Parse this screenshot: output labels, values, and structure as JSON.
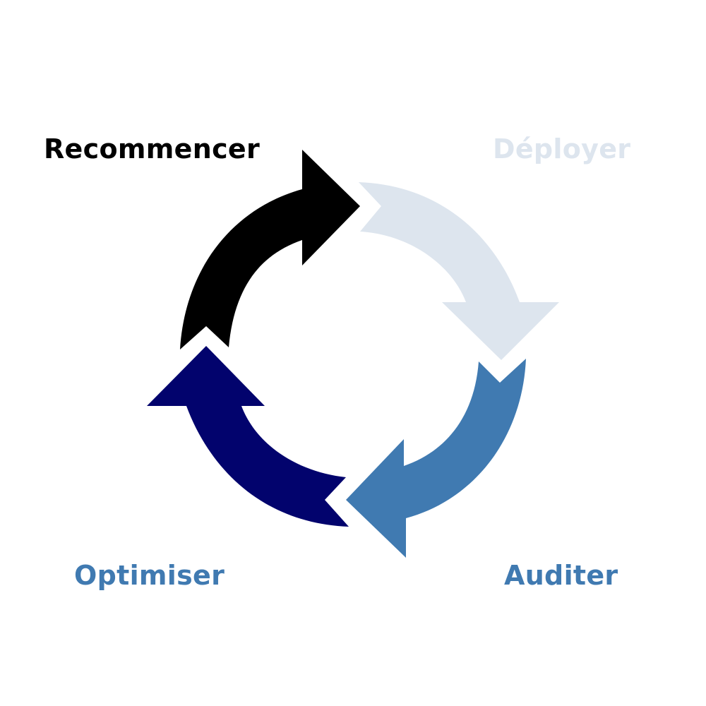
{
  "colors": {
    "black": "#000000",
    "light_blue": "#DDE5EE",
    "mid_blue": "#407AB1",
    "navy": "#02036D",
    "background": "#FFFFFF"
  },
  "stages": [
    {
      "id": "recommencer",
      "label": "Recommencer",
      "color": "#000000"
    },
    {
      "id": "deployer",
      "label": "Déployer",
      "color": "#DDE5EE"
    },
    {
      "id": "auditer",
      "label": "Auditer",
      "color": "#407AB1"
    },
    {
      "id": "optimiser",
      "label": "Optimiser",
      "color": "#407AB1"
    }
  ],
  "arrows": [
    {
      "stage": "recommencer",
      "color": "#000000",
      "direction": "clockwise"
    },
    {
      "stage": "deployer",
      "color": "#DDE5EE",
      "direction": "clockwise"
    },
    {
      "stage": "auditer",
      "color": "#407AB1",
      "direction": "clockwise"
    },
    {
      "stage": "optimiser",
      "color": "#02036D",
      "direction": "clockwise"
    }
  ]
}
